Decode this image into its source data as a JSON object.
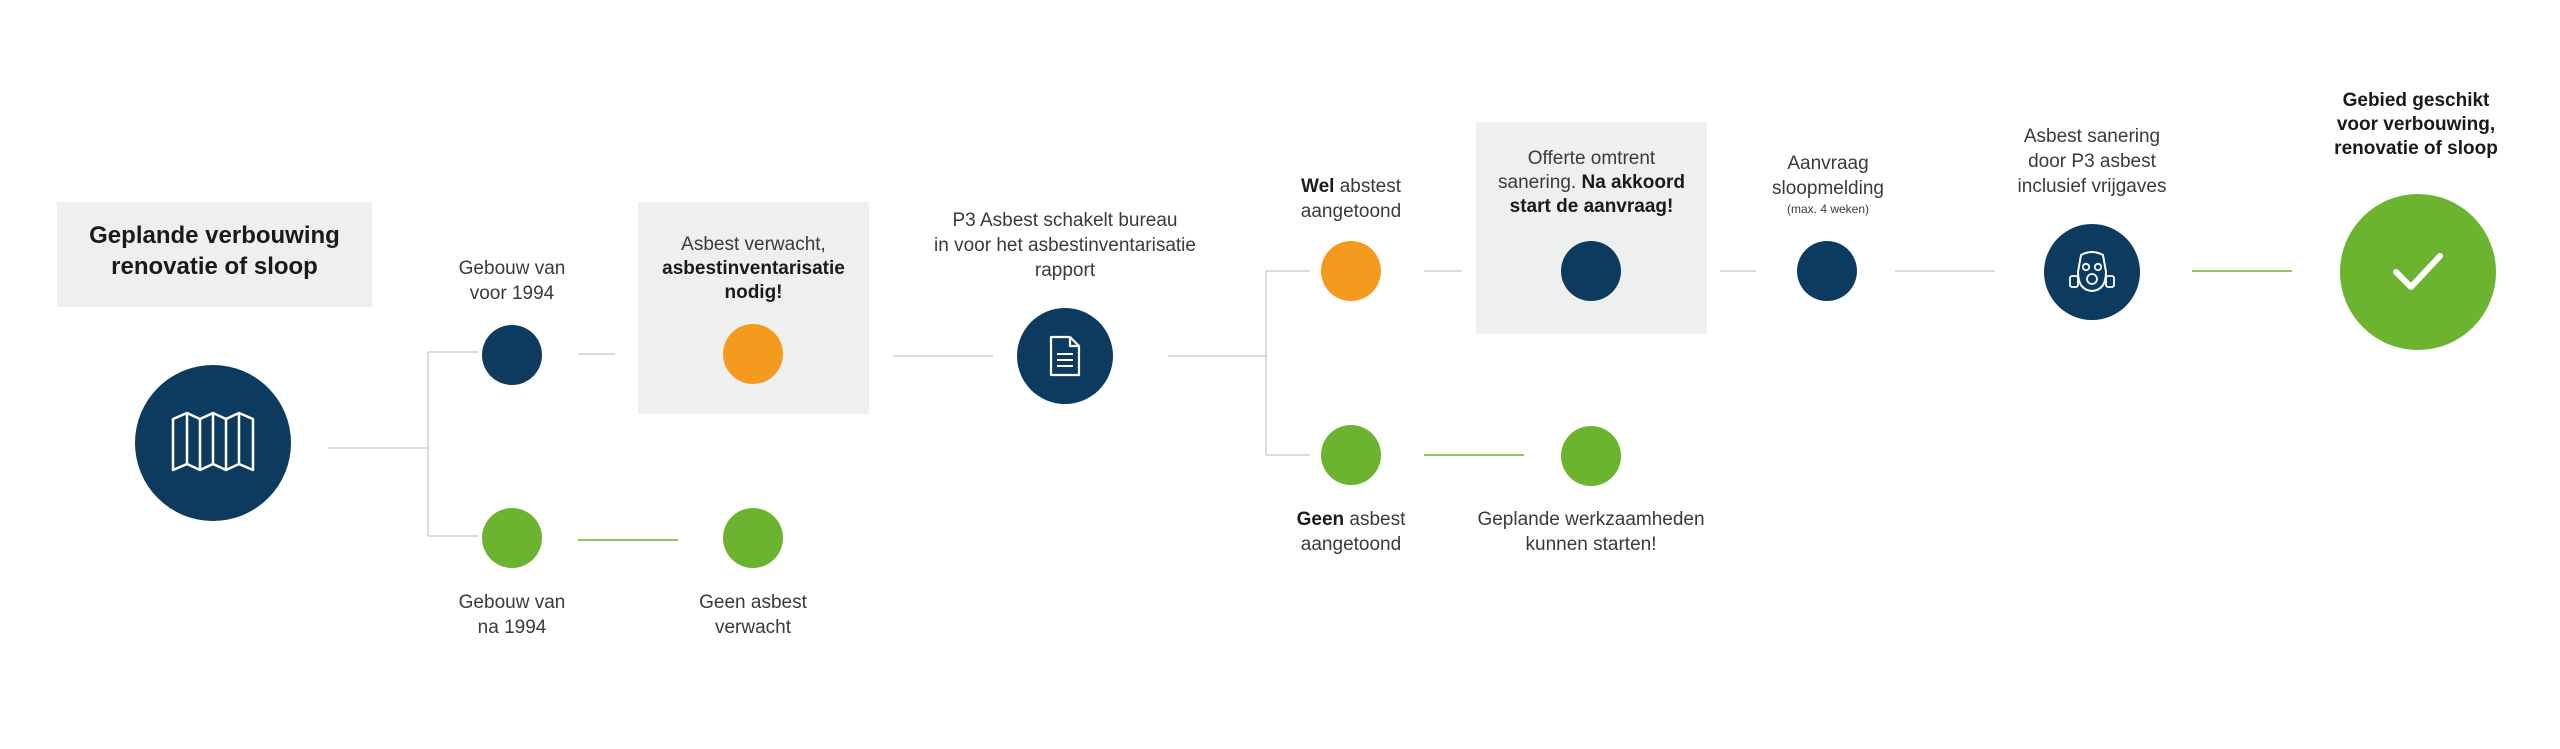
{
  "title": {
    "line1": "Geplande verbouwing",
    "line2": "renovatie of sloop"
  },
  "branch_pre1994": {
    "line1": "Gebouw van",
    "line2": "voor 1994"
  },
  "branch_post1994": {
    "line1": "Gebouw van",
    "line2": "na 1994"
  },
  "asbestos_expected": {
    "line1": "Asbest verwacht,",
    "line2": "asbestinventarisatie",
    "line3": "nodig!"
  },
  "no_asbestos_expected": {
    "line1": "Geen asbest",
    "line2": "verwacht"
  },
  "inventory_step": {
    "line1": "P3 Asbest schakelt bureau",
    "line2": "in voor het asbestinventarisatie",
    "line3": "rapport"
  },
  "asbestos_found": {
    "bold": "Wel",
    "rest": " abstest",
    "line2": "aangetoond"
  },
  "asbestos_not_found": {
    "bold": "Geen",
    "rest": " asbest",
    "line2": "aangetoond"
  },
  "quote_step": {
    "line1": "Offerte omtrent",
    "line2_regular": "sanering. ",
    "line2_bold": "Na akkoord",
    "line3": "start de aanvraag!"
  },
  "work_can_start": {
    "line1": "Geplande werkzaamheden",
    "line2": "kunnen starten!"
  },
  "demolition_request": {
    "line1": "Aanvraag",
    "line2": "sloopmelding",
    "note": "(max. 4 weken)"
  },
  "remediation": {
    "line1": "Asbest sanering",
    "line2": "door P3 asbest",
    "line3": "inclusief vrijgaves"
  },
  "final": {
    "line1": "Gebied geschikt",
    "line2": "voor verbouwing,",
    "line3": "renovatie of sloop"
  },
  "icons": {
    "start": "map-icon",
    "inventory": "document-icon",
    "remediation": "gas-mask-icon",
    "final": "check-icon"
  },
  "colors": {
    "navy": "#0d3a5f",
    "orange": "#f49a1f",
    "green": "#6cb42f",
    "panel": "#edf0ef",
    "connector_gray": "#cfcfcf",
    "connector_green": "#6cb42f"
  }
}
